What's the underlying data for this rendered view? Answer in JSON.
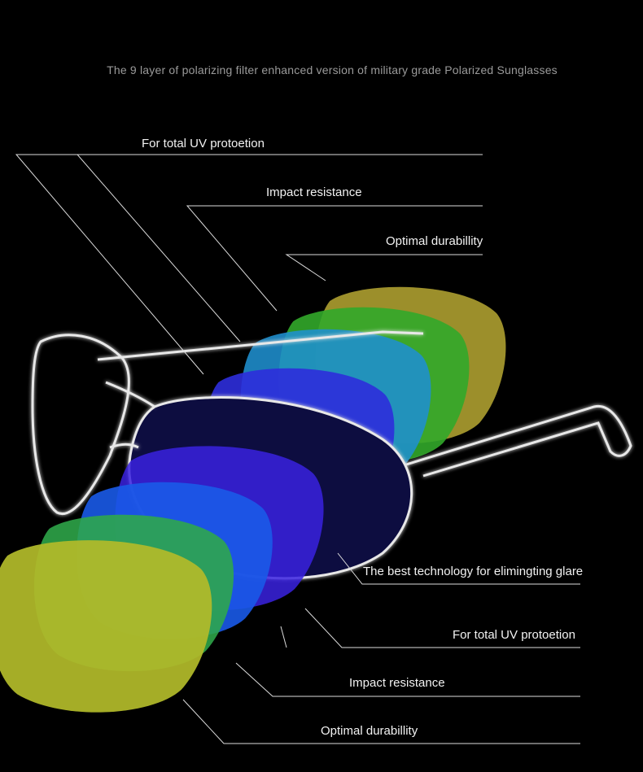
{
  "headline": "The 9 layer of polarizing filter enhanced version of military grade Polarized Sunglasses",
  "callouts": [
    "For total UV protoetion",
    "Impact resistance",
    "Optimal durabillity",
    "The best technology for elimingting glare",
    "For total UV protoetion",
    "Impact resistance",
    "Optimal durabillity"
  ],
  "lens_colors": [
    "#a89a2e",
    "#32a82a",
    "#1f8fcf",
    "#2e2edb",
    "#101058",
    "#3a22e0",
    "#1a5ae8",
    "#2fa84a",
    "#b2ba2a"
  ],
  "frame_color": "#e8e8e8"
}
